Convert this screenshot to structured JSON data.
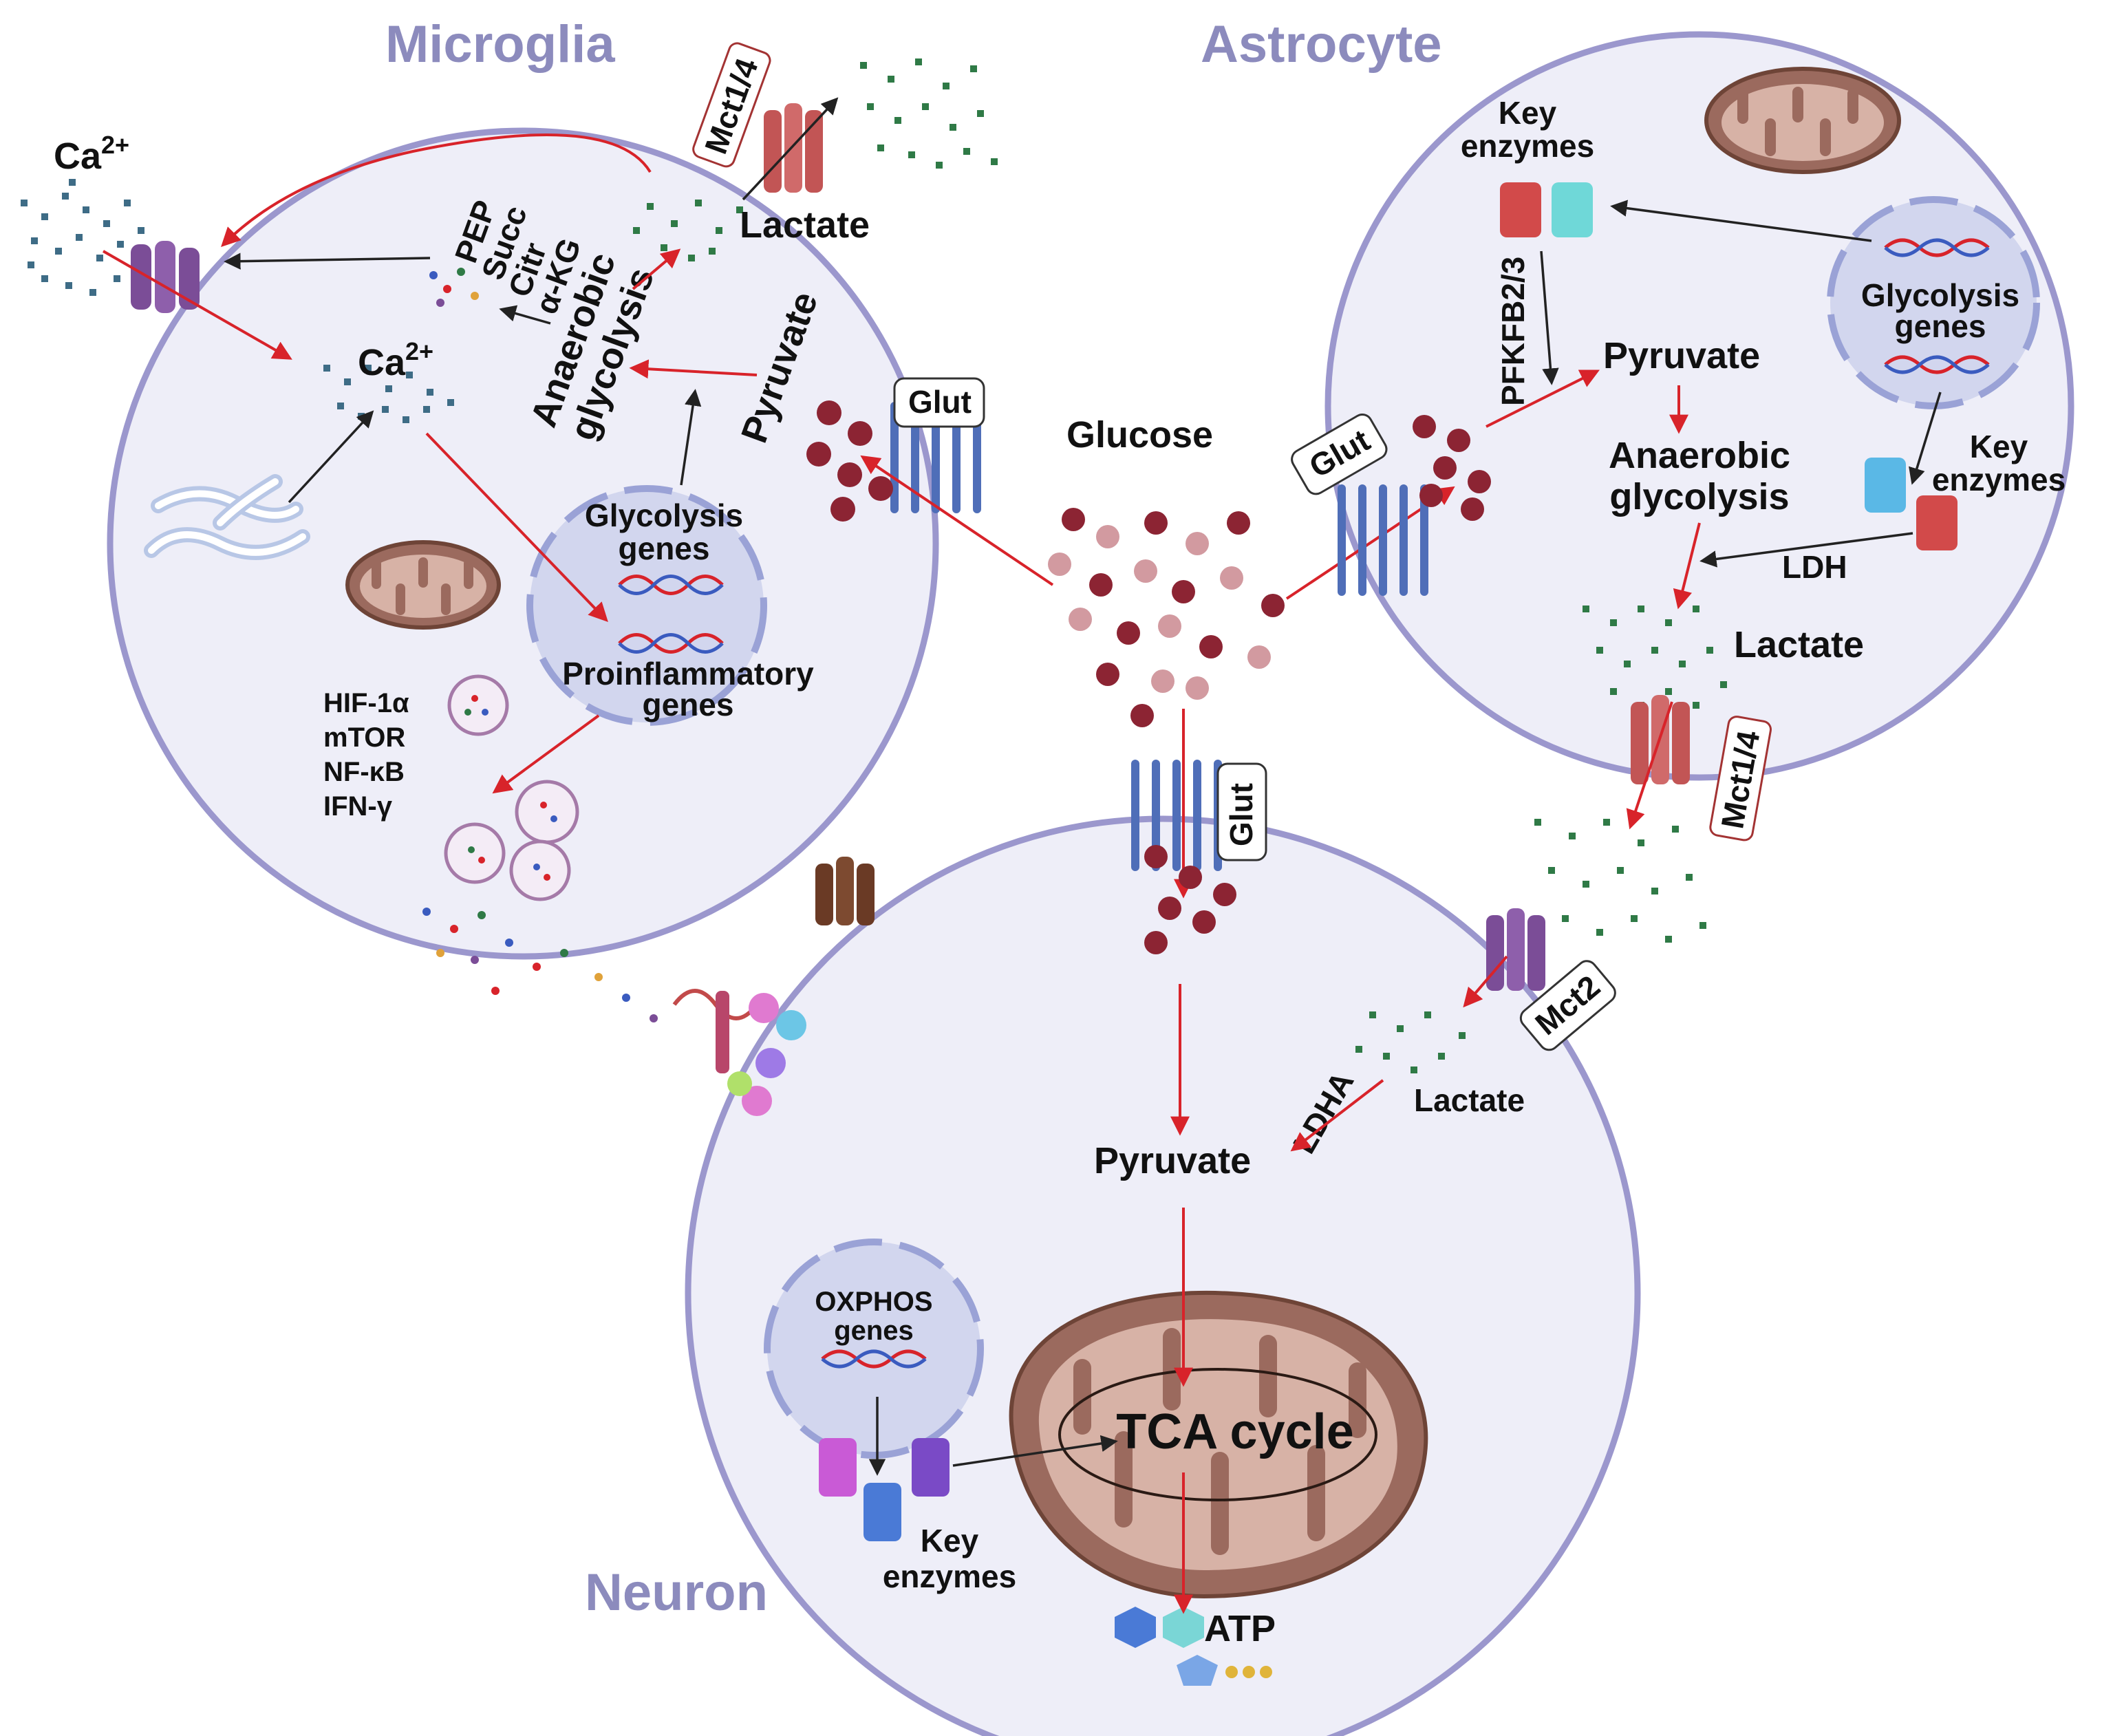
{
  "cells": {
    "microglia": "Microglia",
    "astrocyte": "Astrocyte",
    "neuron": "Neuron"
  },
  "microglia": {
    "ca_out": "Ca",
    "ca_in": "Ca",
    "ca_charge": "2+",
    "metabolites": [
      "PEP",
      "Succ",
      "Citr",
      "α-KG"
    ],
    "mct_label": "Mct1/4",
    "lactate": "Lactate",
    "anaerobic_line1": "Anaerobic",
    "anaerobic_line2": "glycolysis",
    "pyruvate": "Pyruvate",
    "glut": "Glut",
    "glycolysis_genes_line1": "Glycolysis",
    "glycolysis_genes_line2": "genes",
    "proinflam_line1": "Proinflammatory",
    "proinflam_line2": "genes",
    "factors": [
      "HIF-1α",
      "mTOR",
      "NF-κB",
      "IFN-γ"
    ]
  },
  "astrocyte": {
    "key_enzymes_top_line1": "Key",
    "key_enzymes_top_line2": "enzymes",
    "pfkfb": "PFKFB2/3",
    "pyruvate": "Pyruvate",
    "glycolysis_genes_line1": "Glycolysis",
    "glycolysis_genes_line2": "genes",
    "anaerobic_line1": "Anaerobic",
    "anaerobic_line2": "glycolysis",
    "key_enzymes_right_line1": "Key",
    "key_enzymes_right_line2": "enzymes",
    "ldh": "LDH",
    "lactate": "Lactate",
    "glut": "Glut",
    "mct_label": "Mct1/4"
  },
  "center": {
    "glucose": "Glucose"
  },
  "neuron": {
    "glut": "Glut",
    "mct2": "Mct2",
    "lactate": "Lactate",
    "ldha": "LDHA",
    "pyruvate": "Pyruvate",
    "oxphos_line1": "OXPHOS",
    "oxphos_line2": "genes",
    "tca": "TCA cycle",
    "key_enzymes_line1": "Key",
    "key_enzymes_line2": "enzymes",
    "atp": "ATP"
  },
  "colors": {
    "cell_membrane": "#9b97cd",
    "cell_fill": "#eeeef8",
    "title": "#8c8bbd",
    "arrow_red": "#d8232a",
    "glucose": "#8c2433",
    "lactate": "#2f7a46",
    "mitochondria": "#9b6a5e"
  },
  "icons": [
    "dna-helix-icon",
    "mitochondrion-icon",
    "transporter-icon",
    "ion-channel-icon",
    "vesicle-icon",
    "endoplasmic-reticulum-icon",
    "protein-enzyme-icon",
    "atp-molecule-icon",
    "receptor-complex-icon"
  ]
}
